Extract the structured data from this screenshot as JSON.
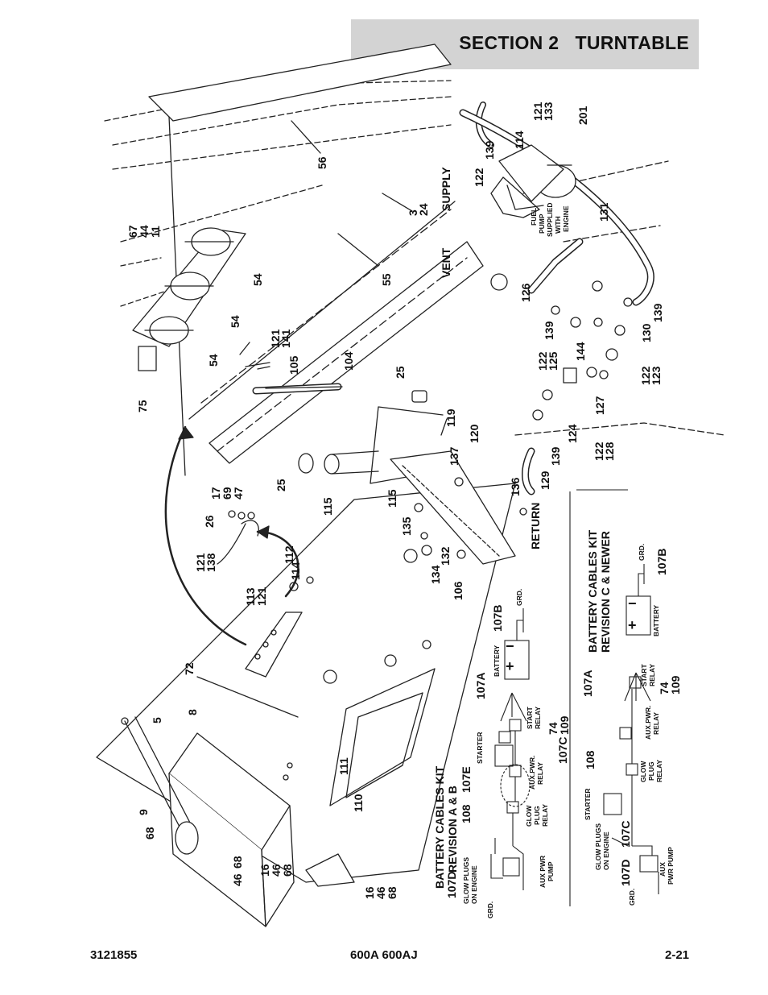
{
  "header": {
    "section": "SECTION 2",
    "title": "TURNTABLE"
  },
  "footer": {
    "doc_number": "3121855",
    "model": "600A 600AJ",
    "page": "2-21"
  },
  "diagram": {
    "callouts": {
      "c56": "56",
      "c3_24": "3\n24",
      "c55": "55",
      "c67_44_11": "67\n44\n11",
      "c54a": "54",
      "c54b": "54",
      "c54c": "54",
      "c75": "75",
      "c121_141": "121\n141",
      "c105": "105",
      "c104": "104",
      "c25a": "25",
      "c25b": "25",
      "c119": "119",
      "c120": "120",
      "c137": "137",
      "c115a": "115",
      "c115b": "115",
      "c136": "136",
      "c135": "135",
      "c132": "132",
      "c134": "134",
      "c106": "106",
      "c17_69_47": "17\n69\n47",
      "c26": "26",
      "c121_138": "121\n138",
      "c113_121": "113\n121",
      "c114": "114",
      "c112": "112",
      "c72": "72",
      "c5": "5",
      "c8": "8",
      "c9": "9",
      "c68a": "68",
      "c68b": "68",
      "c46": "46",
      "c16_46_68a": "16\n46\n68",
      "c16_46_68b": "16\n46\n68",
      "c111": "111",
      "c110": "110",
      "c121_133": "121\n133",
      "c201": "201",
      "c114b": "114",
      "c139a": "139",
      "c122a": "122",
      "c131": "131",
      "c126": "126",
      "c139b": "139",
      "c122_125": "122\n125",
      "c144": "144",
      "c130": "130",
      "c139c": "139",
      "c122_123": "122\n123",
      "c127": "127",
      "c124": "124",
      "c122_128": "122\n128",
      "c139d": "139",
      "c129": "129"
    },
    "labels": {
      "supply": "SUPPLY",
      "vent": "VENT",
      "return": "RETURN",
      "fuel_pump": "FUEL\nPUMP\nSUPPLIED\nWITH\nENGINE"
    },
    "kit_ab": {
      "title": "BATTERY CABLES KIT\nREVISION A & B",
      "c107a": "107A",
      "c107b": "107B",
      "c107c_74_109": "107C  74\n        109",
      "c107d": "107D",
      "c107e": "107E",
      "c108": "108",
      "battery": "BATTERY",
      "grd_top": "GRD.",
      "grd_bottom": "GRD.",
      "starter": "STARTER",
      "start_relay": "START\nRELAY",
      "aux_relay": "AUX.PWR.\nRELAY",
      "glow_relay": "GLOW\nPLUG\nRELAY",
      "glow_plugs": "GLOW PLUGS\nON ENGINE",
      "aux_pump": "AUX PWR\nPUMP",
      "plus": "+",
      "minus": "−"
    },
    "kit_c": {
      "title": "BATTERY CABLES KIT\nREVISION C & NEWER",
      "c107a": "107A",
      "c107b": "107B",
      "c74_109": "74\n109",
      "c107d_107c": "107D  107C",
      "c108": "108",
      "battery": "BATTERY",
      "grd_top": "GRD.",
      "grd_bottom": "GRD.",
      "starter": "STARTER",
      "start_relay": "START\nRELAY",
      "aux_relay": "AUX.PWR.\nRELAY",
      "glow_relay": "GLOW\nPLUG\nRELAY",
      "glow_plugs": "GLOW PLUGS\nON ENGINE",
      "aux_pump": "AUX\nPWR PUMP",
      "plus": "+",
      "minus": "−"
    }
  }
}
